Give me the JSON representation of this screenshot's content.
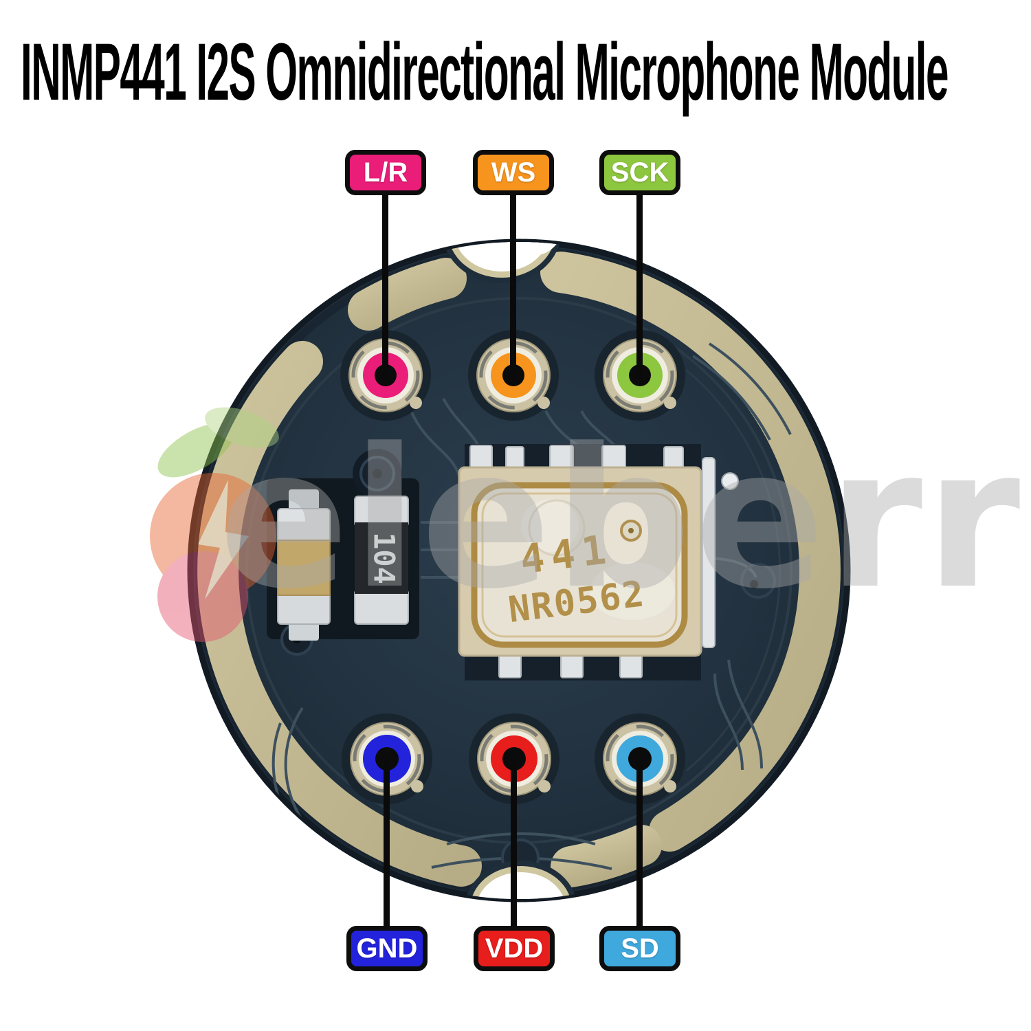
{
  "title": "INMP441 I2S Omnidirectional Microphone Module",
  "watermark": {
    "text": "eleberric"
  },
  "pins": {
    "top": [
      {
        "label": "L/R",
        "color": "#ea1d78"
      },
      {
        "label": "WS",
        "color": "#f7941d"
      },
      {
        "label": "SCK",
        "color": "#8dc63f"
      }
    ],
    "bottom": [
      {
        "label": "GND",
        "color": "#2323dc"
      },
      {
        "label": "VDD",
        "color": "#e71e1c"
      },
      {
        "label": "SD",
        "color": "#3fa8dc"
      }
    ]
  },
  "board": {
    "chip": {
      "marking_line1": "441",
      "marking_line2": "NR0562"
    },
    "capacitor_marking": "104"
  }
}
